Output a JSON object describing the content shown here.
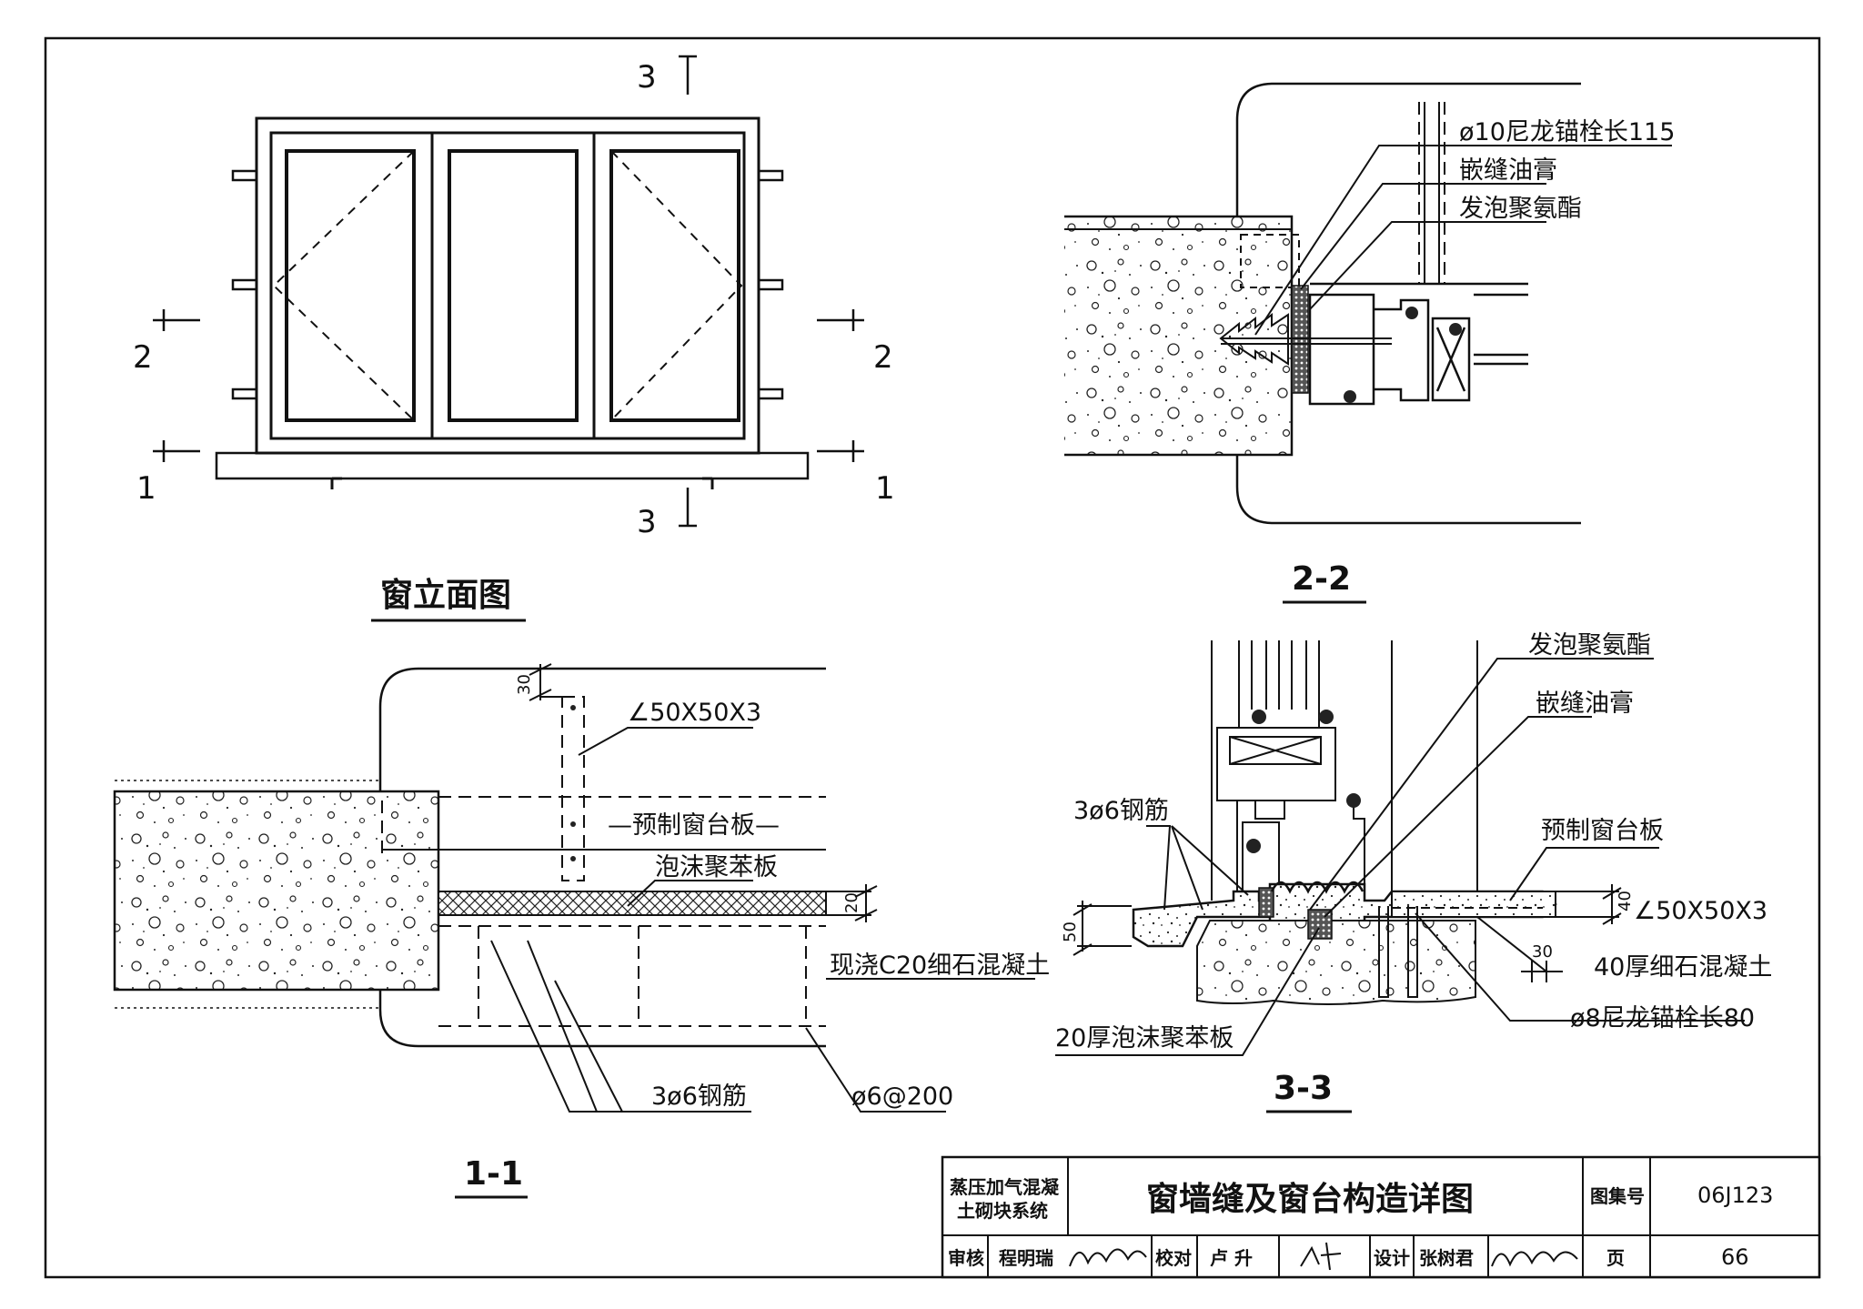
{
  "elevation": {
    "title": "窗立面图",
    "section_marks": {
      "top": "3",
      "bottom": "3",
      "left_mid": "2",
      "right_mid": "2",
      "left_low": "1",
      "right_low": "1"
    }
  },
  "section_2_2": {
    "title": "2-2",
    "labels": {
      "anchor": "ø10尼龙锚栓长115",
      "sealant": "嵌缝油膏",
      "foam": "发泡聚氨酯"
    }
  },
  "section_1_1": {
    "title": "1-1",
    "labels": {
      "angle": "∠50X50X3",
      "precast_sill": "—预制窗台板—",
      "eps_board": "泡沫聚苯板",
      "concrete": "现浇C20细石混凝土",
      "rebar": "3ø6钢筋",
      "stirrup": "ø6@200"
    },
    "dims": {
      "top": "30",
      "board": "20"
    }
  },
  "section_3_3": {
    "title": "3-3",
    "labels": {
      "foam": "发泡聚氨酯",
      "sealant": "嵌缝油膏",
      "rebar": "3ø6钢筋",
      "precast_sill": "预制窗台板",
      "angle": "∠50X50X3",
      "fine_concrete": "40厚细石混凝土",
      "anchor": "ø8尼龙锚栓长80",
      "eps_board": "20厚泡沫聚苯板"
    },
    "dims": {
      "left": "50",
      "right": "40",
      "bottom": "30"
    }
  },
  "title_block": {
    "system": [
      "蒸压加气混凝",
      "土砌块系统"
    ],
    "drawing_title": "窗墙缝及窗台构造详图",
    "atlas_label": "图集号",
    "atlas_no": "06J123",
    "review_label": "审核",
    "reviewer": "程明瑞",
    "check_label": "校对",
    "checker": "卢 升",
    "design_label": "设计",
    "designer": "张树君",
    "page_label": "页",
    "page_no": "66"
  }
}
